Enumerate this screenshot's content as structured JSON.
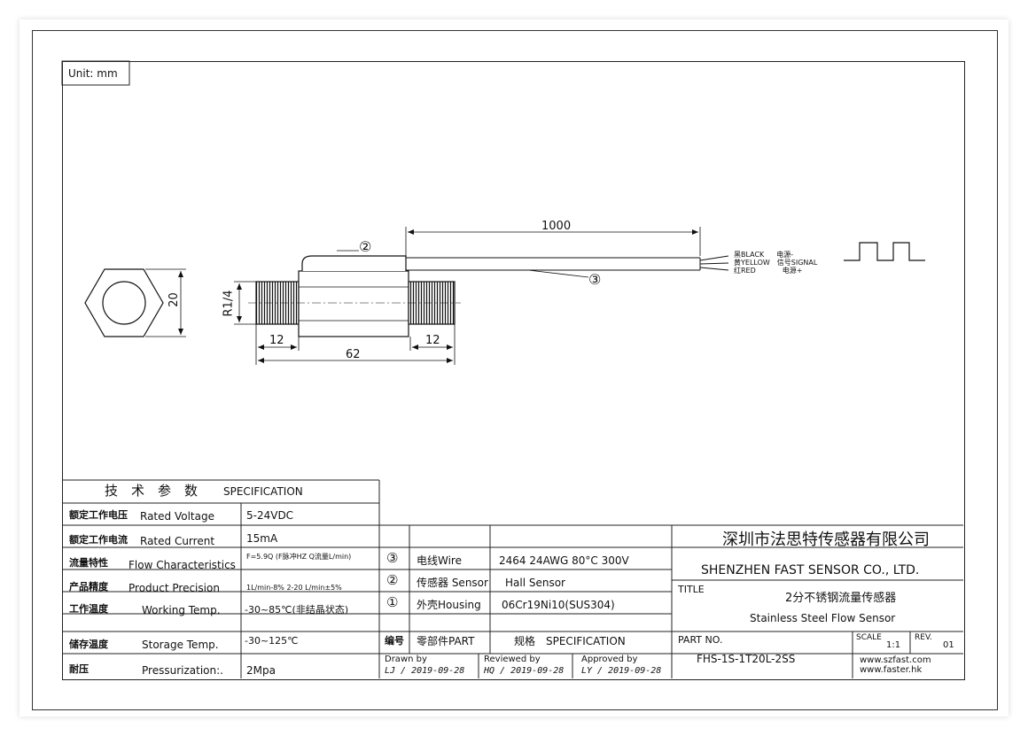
{
  "unit_label": "Unit: mm",
  "drawing": {
    "hex_dim": "20",
    "thread_label": "R1/4",
    "dim_thread_left": "12",
    "dim_thread_right": "12",
    "dim_total": "62",
    "dim_cable": "1000",
    "callout_2": "②",
    "callout_3": "③",
    "wires": [
      {
        "color_cn": "黑",
        "color_en": "BLACK",
        "func": "电源-"
      },
      {
        "color_cn": "黄",
        "color_en": "YELLOW",
        "func": "信号SIGNAL"
      },
      {
        "color_cn": "红",
        "color_en": "RED",
        "func": "电源+"
      }
    ]
  },
  "spec": {
    "header_cn": "技　术　参　数",
    "header_en": "SPECIFICATION",
    "rows": [
      {
        "cn": "额定工作电压",
        "en": "Rated Voltage",
        "value": "5-24VDC"
      },
      {
        "cn": "额定工作电流",
        "en": "Rated Current",
        "value": "15mA"
      },
      {
        "cn": "流量特性",
        "en": "Flow Characteristics",
        "value": "F=5.9Q (F脉冲HZ  Q流量L/min)"
      },
      {
        "cn": "产品精度",
        "en": "Product Precision",
        "value": "1L/min-8%   2-20 L/min±5%"
      },
      {
        "cn": "工作温度",
        "en": "Working Temp.",
        "value": "-30~85℃(非结晶状态)"
      },
      {
        "cn": "储存温度",
        "en": "Storage Temp.",
        "value": "-30~125℃"
      },
      {
        "cn": "耐压",
        "en": "Pressurization:.",
        "value": "2Mpa"
      }
    ]
  },
  "parts": {
    "rows": [
      {
        "num": "③",
        "part": "电线Wire",
        "spec": "2464 24AWG 80°C 300V"
      },
      {
        "num": "②",
        "part": "传感器 Sensor",
        "spec": "Hall Sensor"
      },
      {
        "num": "①",
        "part": "外壳Housing",
        "spec": "06Cr19Ni10(SUS304)"
      }
    ],
    "header": {
      "num": "编号",
      "part": "零部件PART",
      "spec": "规格　SPECIFICATION"
    },
    "drawn_by_label": "Drawn by",
    "drawn_by": "LJ / 2019-09-28",
    "reviewed_by_label": "Reviewed by",
    "reviewed_by": "HQ / 2019-09-28",
    "approved_by_label": "Approved by",
    "approved_by": "LY / 2019-09-28"
  },
  "title_block": {
    "company_cn": "深圳市法思特传感器有限公司",
    "company_en": "SHENZHEN FAST SENSOR CO., LTD.",
    "title_label": "TITLE",
    "title_cn": "2分不锈钢流量传感器",
    "title_en": "Stainless Steel Flow Sensor",
    "part_no_label": "PART NO.",
    "part_no": "FHS-1S-1T20L-2SS",
    "scale_label": "SCALE",
    "scale": "1:1",
    "rev_label": "REV.",
    "rev": "01",
    "website1": "www.szfast.com",
    "website2": "www.faster.hk"
  }
}
